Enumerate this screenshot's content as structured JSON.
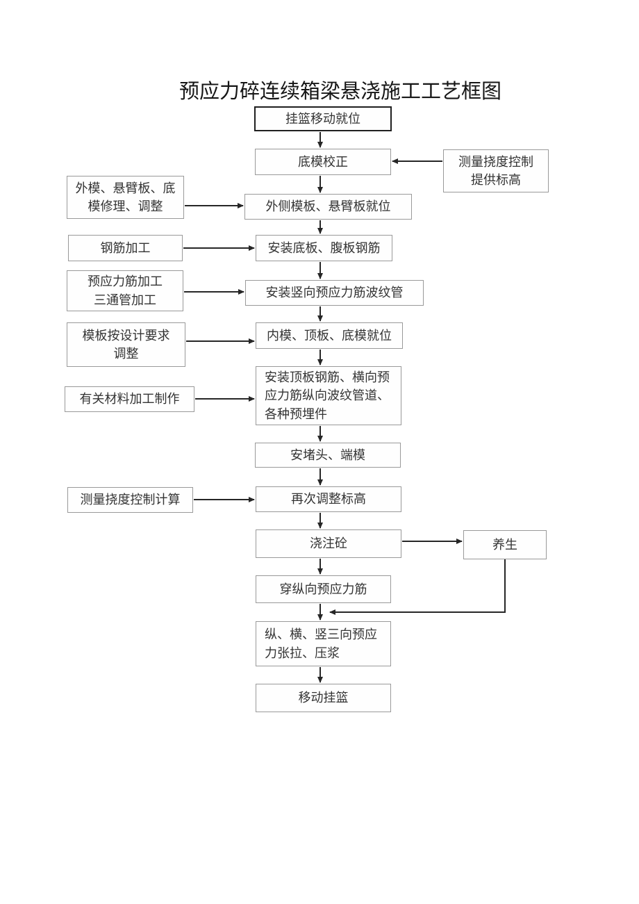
{
  "title": "预应力碎连续箱梁悬浇施工工艺框图",
  "colors": {
    "background": "#ffffff",
    "box_border": "#999999",
    "emphasis_border": "#1f1f1f",
    "arrow": "#262626",
    "text": "#333333"
  },
  "nodes": {
    "basket_in_place": {
      "label": "挂篮移动就位"
    },
    "bottom_form_correction": {
      "label": "底模校正"
    },
    "measure_deflection_elevation": {
      "label": "测量挠度控制\n提供标高"
    },
    "outer_form_repair": {
      "label": "外模、悬臂板、底\n模修理、调整"
    },
    "outer_form_in_place": {
      "label": "外侧模板、悬臂板就位"
    },
    "rebar_processing": {
      "label": "钢筋加工"
    },
    "install_bottom_web_rebar": {
      "label": "安装底板、腹板钢筋"
    },
    "tendon_processing": {
      "label": "预应力筋加工\n三通管加工"
    },
    "install_vertical_duct": {
      "label": "安装竖向预应力筋波纹管"
    },
    "form_adjust_design": {
      "label": "模板按设计要求\n调整"
    },
    "inner_top_bottom_in_place": {
      "label": "内模、顶板、底模就位"
    },
    "material_processing": {
      "label": "有关材料加工制作"
    },
    "install_top_rebar_ducts": {
      "label": "安装顶板钢筋、横向预\n应力筋纵向波纹管道、\n各种预埋件"
    },
    "install_end_forms": {
      "label": "安堵头、端模"
    },
    "deflection_calculation": {
      "label": "测量挠度控制计算"
    },
    "readjust_elevation": {
      "label": "再次调整标高"
    },
    "pour_concrete": {
      "label": "浇注砼"
    },
    "curing": {
      "label": "养生"
    },
    "thread_longitudinal_tendons": {
      "label": "穿纵向预应力筋"
    },
    "tension_grouting": {
      "label": "纵、横、竖三向预应\n力张拉、压浆"
    },
    "move_basket": {
      "label": "移动挂篮"
    }
  },
  "edges": [
    {
      "from": "basket_in_place",
      "to": "bottom_form_correction"
    },
    {
      "from": "measure_deflection_elevation",
      "to": "bottom_form_correction"
    },
    {
      "from": "bottom_form_correction",
      "to": "outer_form_in_place"
    },
    {
      "from": "outer_form_repair",
      "to": "outer_form_in_place"
    },
    {
      "from": "outer_form_in_place",
      "to": "install_bottom_web_rebar"
    },
    {
      "from": "rebar_processing",
      "to": "install_bottom_web_rebar"
    },
    {
      "from": "install_bottom_web_rebar",
      "to": "install_vertical_duct"
    },
    {
      "from": "tendon_processing",
      "to": "install_vertical_duct"
    },
    {
      "from": "install_vertical_duct",
      "to": "inner_top_bottom_in_place"
    },
    {
      "from": "form_adjust_design",
      "to": "inner_top_bottom_in_place"
    },
    {
      "from": "inner_top_bottom_in_place",
      "to": "install_top_rebar_ducts"
    },
    {
      "from": "material_processing",
      "to": "install_top_rebar_ducts"
    },
    {
      "from": "install_top_rebar_ducts",
      "to": "install_end_forms"
    },
    {
      "from": "install_end_forms",
      "to": "readjust_elevation"
    },
    {
      "from": "deflection_calculation",
      "to": "readjust_elevation"
    },
    {
      "from": "readjust_elevation",
      "to": "pour_concrete"
    },
    {
      "from": "pour_concrete",
      "to": "curing"
    },
    {
      "from": "pour_concrete",
      "to": "thread_longitudinal_tendons"
    },
    {
      "from": "thread_longitudinal_tendons",
      "to": "tension_grouting"
    },
    {
      "from": "curing",
      "to": "tension_grouting"
    },
    {
      "from": "tension_grouting",
      "to": "move_basket"
    }
  ]
}
